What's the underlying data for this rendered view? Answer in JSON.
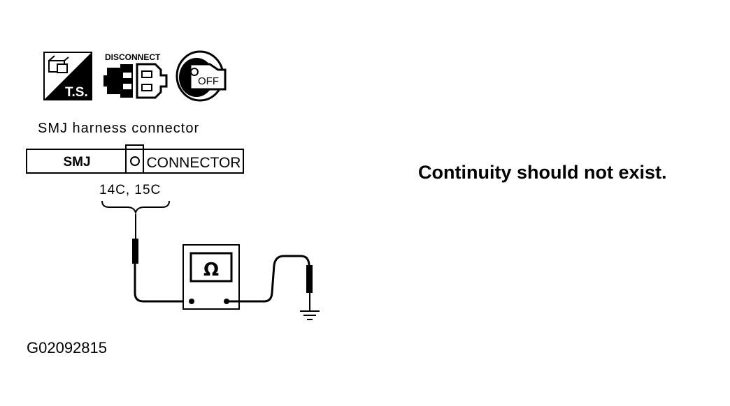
{
  "icons": {
    "ts_label": "T.S.",
    "disconnect_label": "DISCONNECT",
    "ignition_label": "OFF",
    "ts_icon": "tool-box-icon",
    "disconnect_icon": "connector-disconnect-icon",
    "ignition_icon": "ignition-key-off-icon"
  },
  "connector": {
    "caption": "SMJ harness connector",
    "name": "SMJ",
    "type_label": "CONNECTOR",
    "pins": "14C, 15C"
  },
  "meter": {
    "symbol": "Ω",
    "icon": "ohmmeter-icon"
  },
  "result": "Continuity should not exist.",
  "figure_id": "G02092815"
}
